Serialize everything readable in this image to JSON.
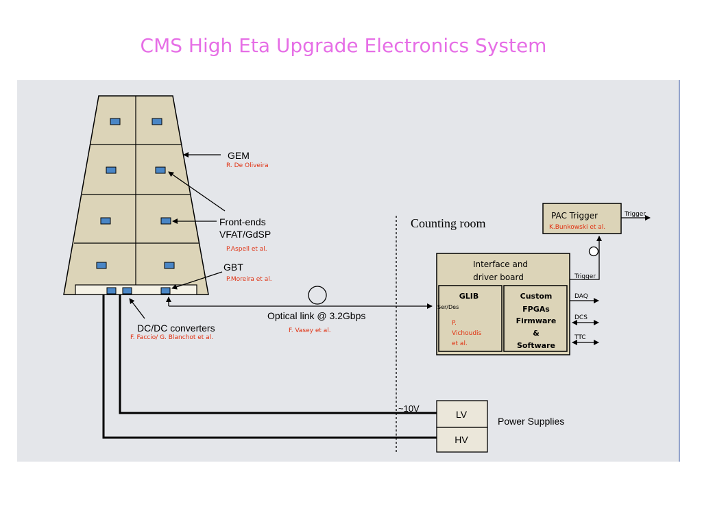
{
  "title": "CMS High Eta Upgrade Electronics System",
  "colors": {
    "title": "#e66ee6",
    "panel_background": "#e4e6ea",
    "box_fill": "#dcd4b8",
    "chip_fill": "#4a86c6",
    "credit_red": "#e03010"
  },
  "labels": {
    "gem": "GEM",
    "gem_credit": "R. De Oliveira",
    "frontends": "Front-ends",
    "vfat": "VFAT/GdSP",
    "frontends_credit": "P.Aspell et al.",
    "gbt": "GBT",
    "gbt_credit": "P.Moreira et al.",
    "dcdc": "DC/DC converters",
    "dcdc_credit": "F. Faccio/ G. Blanchot et al.",
    "optical": "Optical link @ 3.2Gbps",
    "optical_credit": "F. Vasey et al.",
    "counting_room": "Counting room",
    "pac_trigger": "PAC Trigger",
    "pac_credit": "K.Bunkowski et al.",
    "trigger_out": "Trigger",
    "trigger_in": "Trigger",
    "interface_line1": "Interface and",
    "interface_line2": "driver board",
    "glib": "GLIB",
    "serdes": "Ser/Des",
    "glib_credit_1": "P.",
    "glib_credit_2": "Vichoudis",
    "glib_credit_3": "et al.",
    "custom_1": "Custom",
    "custom_2": "FPGAs",
    "custom_3": "Firmware",
    "custom_4": "&",
    "custom_5": "Software",
    "daq": "DAQ",
    "dcs": "DCS",
    "ttc": "TTC",
    "voltage": "~10V",
    "lv": "LV",
    "hv": "HV",
    "power_supplies": "Power Supplies"
  }
}
